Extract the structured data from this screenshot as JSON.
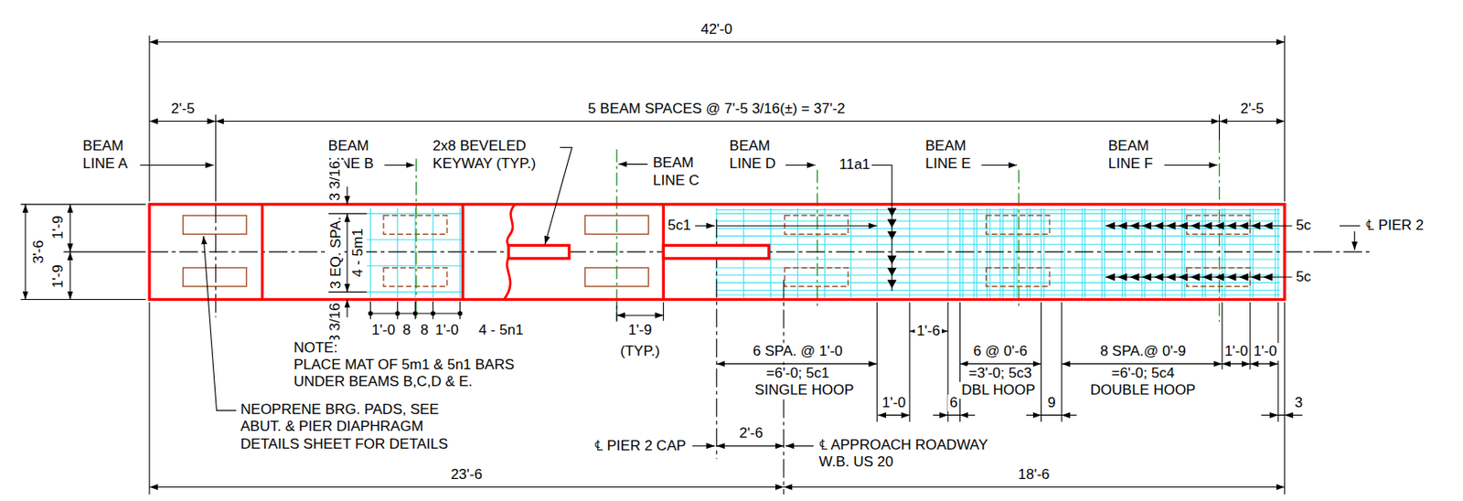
{
  "diagram": {
    "labels": [
      "42'-0",
      "2'-5",
      "5 BEAM SPACES @ 7'-5 3/16(±) = 37'-2",
      "2'-5",
      "BEAM LINE A",
      "BEAM LINE B",
      "2x8 BEVELED KEYWAY (TYP.)",
      "BEAM LINE C",
      "BEAM LINE D",
      "11a1",
      "BEAM LINE E",
      "BEAM LINE F",
      "3 3/16",
      "3'-6",
      "1'-9",
      "1'-9",
      "3 EQ. SPA.",
      "4 - 5m1",
      "3 3/16",
      "5c1",
      "5c",
      "5c",
      "℄ PIER 2",
      "1'-0",
      "8",
      "8",
      "1'-0",
      "4 - 5n1",
      "1'-9",
      "(TYP.)",
      "NOTE:",
      "PLACE MAT OF 5m1 & 5n1 BARS UNDER BEAMS B,C,D & E.",
      "NEOPRENE BRG. PADS, SEE ABUT. & PIER DIAPHRAGM DETAILS SHEET FOR DETAILS",
      "6 SPA. @ 1'-0",
      "=6'-0; 5c1",
      "SINGLE HOOP",
      "1'-6",
      "6 @ 0'-6",
      "=3'-0; 5c3",
      "DBL HOOP",
      "8 SPA.@ 0'-9",
      "=6'-0; 5c4",
      "DOUBLE HOOP",
      "1'-0",
      "1'-0",
      "1'-0",
      "6",
      "9",
      "3",
      "℄ PIER 2 CAP",
      "2'-6",
      "℄ APPROACH ROADWAY W.B. US 20",
      "23'-6",
      "18'-6"
    ]
  }
}
